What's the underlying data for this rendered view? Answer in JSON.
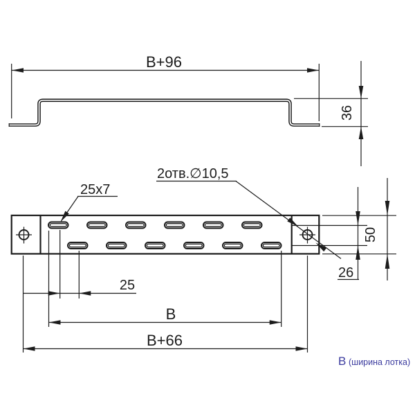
{
  "drawing": {
    "line_color": "#1c1c1c",
    "note_color": "#3a3a9e",
    "dimensions": {
      "total_length": "B+96",
      "profile_height": "36",
      "slot_size": "25x7",
      "holes_callout": "2отв.∅10,5",
      "slot_row_spacing": "26",
      "strip_width": "50",
      "slot_stagger": "25",
      "tray_width": "B",
      "hole_spacing": "B+66"
    },
    "note": {
      "symbol": "В",
      "text": "(ширина лотка)"
    }
  }
}
